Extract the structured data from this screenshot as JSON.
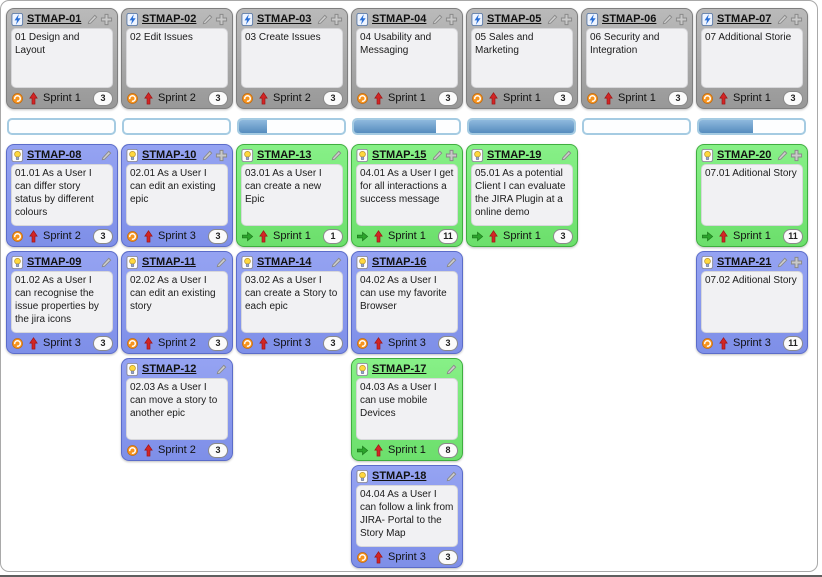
{
  "app": {
    "title": "JIRA Story Map Board"
  },
  "colors": {
    "epic_card": "#a9a9a9",
    "story_blue": "#8b9bee",
    "story_green": "#7be97b",
    "progress_fill": "#6d9fce",
    "progress_border": "#a5cbe2"
  },
  "icons": {
    "epic": "lightning-page-icon",
    "story": "lightbulb-page-icon",
    "edit": "pencil-icon",
    "add": "plus-icon",
    "status_open": "orange-swirl-status-icon",
    "status_done": "green-arrow-status-icon",
    "priority": "red-up-arrow-priority-icon"
  },
  "columns": [
    {
      "epic": {
        "key": "STMAP-01",
        "text": "01 Design and Layout",
        "sprint": "Sprint 1",
        "count": "3",
        "actions": [
          "edit",
          "add"
        ]
      },
      "progress_percent": 0,
      "stories": [
        {
          "key": "STMAP-08",
          "text": "01.01 As a User I can differ story status by different colours",
          "sprint": "Sprint 2",
          "count": "3",
          "variant": "blue",
          "actions": [
            "edit"
          ]
        },
        {
          "key": "STMAP-09",
          "text": "01.02 As a User I can recognise the issue properties by the jira icons",
          "sprint": "Sprint 3",
          "count": "3",
          "variant": "blue",
          "actions": [
            "edit"
          ]
        }
      ]
    },
    {
      "epic": {
        "key": "STMAP-02",
        "text": "02 Edit Issues",
        "sprint": "Sprint 2",
        "count": "3",
        "actions": [
          "edit",
          "add"
        ]
      },
      "progress_percent": 0,
      "stories": [
        {
          "key": "STMAP-10",
          "text": "02.01 As a User I can edit an existing epic",
          "sprint": "Sprint 3",
          "count": "3",
          "variant": "blue",
          "actions": [
            "edit",
            "add"
          ]
        },
        {
          "key": "STMAP-11",
          "text": "02.02 As a User I can edit an existing story",
          "sprint": "Sprint 2",
          "count": "3",
          "variant": "blue",
          "actions": [
            "edit"
          ]
        },
        {
          "key": "STMAP-12",
          "text": "02.03 As a User I can move a story to another epic",
          "sprint": "Sprint 2",
          "count": "3",
          "variant": "blue",
          "actions": [
            "edit"
          ]
        }
      ]
    },
    {
      "epic": {
        "key": "STMAP-03",
        "text": "03 Create Issues",
        "sprint": "Sprint 2",
        "count": "3",
        "actions": [
          "edit",
          "add"
        ]
      },
      "progress_percent": 27,
      "stories": [
        {
          "key": "STMAP-13",
          "text": "03.01 As a User I can create a new Epic",
          "sprint": "Sprint 1",
          "count": "1",
          "variant": "green",
          "actions": [
            "edit"
          ]
        },
        {
          "key": "STMAP-14",
          "text": "03.02 As a User I can create a Story to each epic",
          "sprint": "Sprint 3",
          "count": "3",
          "variant": "blue",
          "actions": [
            "edit"
          ]
        }
      ]
    },
    {
      "epic": {
        "key": "STMAP-04",
        "text": "04 Usability and Messaging",
        "sprint": "Sprint 1",
        "count": "3",
        "actions": [
          "edit",
          "add"
        ]
      },
      "progress_percent": 78,
      "stories": [
        {
          "key": "STMAP-15",
          "text": "04.01 As a User I get for all interactions a success message",
          "sprint": "Sprint 1",
          "count": "11",
          "variant": "green",
          "actions": [
            "edit",
            "add"
          ]
        },
        {
          "key": "STMAP-16",
          "text": "04.02 As a User I can use my favorite Browser",
          "sprint": "Sprint 3",
          "count": "3",
          "variant": "blue",
          "actions": [
            "edit"
          ]
        },
        {
          "key": "STMAP-17",
          "text": "04.03 As a User I can use mobile Devices",
          "sprint": "Sprint 1",
          "count": "8",
          "variant": "green",
          "actions": [
            "edit"
          ]
        },
        {
          "key": "STMAP-18",
          "text": "04.04 As a User I can follow a link from JIRA- Portal to the Story Map",
          "sprint": "Sprint 3",
          "count": "3",
          "variant": "blue",
          "actions": [
            "edit"
          ]
        }
      ]
    },
    {
      "epic": {
        "key": "STMAP-05",
        "text": "05 Sales and Marketing",
        "sprint": "Sprint 1",
        "count": "3",
        "actions": [
          "edit",
          "add"
        ]
      },
      "progress_percent": 100,
      "stories": [
        {
          "key": "STMAP-19",
          "text": "05.01 As a potential Client I can evaluate the JIRA Plugin at a online demo",
          "sprint": "Sprint 1",
          "count": "3",
          "variant": "green",
          "actions": [
            "edit"
          ]
        }
      ]
    },
    {
      "epic": {
        "key": "STMAP-06",
        "text": "06 Security and Integration",
        "sprint": "Sprint 1",
        "count": "3",
        "actions": [
          "edit",
          "add"
        ]
      },
      "progress_percent": 0,
      "stories": []
    },
    {
      "epic": {
        "key": "STMAP-07",
        "text": "07 Additional Storie",
        "sprint": "Sprint 1",
        "count": "3",
        "actions": [
          "edit",
          "add"
        ]
      },
      "progress_percent": 51,
      "stories": [
        {
          "key": "STMAP-20",
          "text": "07.01 Aditional Story",
          "sprint": "Sprint 1",
          "count": "11",
          "variant": "green",
          "actions": [
            "edit",
            "add"
          ]
        },
        {
          "key": "STMAP-21",
          "text": "07.02 Aditional Story",
          "sprint": "Sprint 3",
          "count": "11",
          "variant": "blue",
          "actions": [
            "edit",
            "add"
          ]
        }
      ]
    }
  ]
}
